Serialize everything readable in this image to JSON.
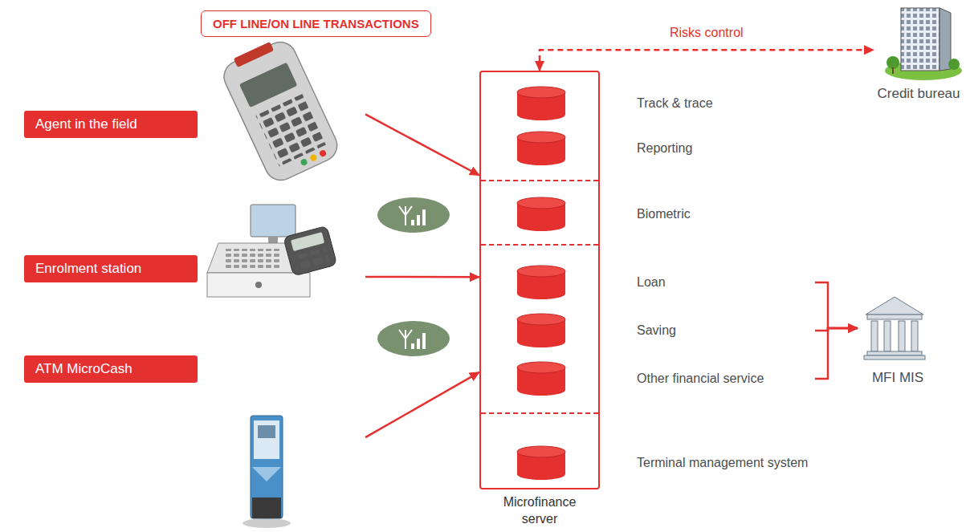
{
  "diagram": {
    "nodes": [
      {
        "text": [
          "OFF LINE/ON LINE TRANSACTIONS"
        ]
      },
      {
        "text": [
          "Agent in the field"
        ]
      },
      {
        "text": [
          "Enrolment station"
        ]
      },
      {
        "text": [
          "ATM MicroCash"
        ]
      },
      {
        "text": [
          "Microfinance server"
        ]
      },
      {
        "text": [
          "Track & trace"
        ],
        "in": 4
      },
      {
        "text": [
          "Reporting"
        ],
        "in": 4
      },
      {
        "text": [
          "Biometric"
        ],
        "in": 4
      },
      {
        "text": [
          "Loan"
        ],
        "in": 4
      },
      {
        "text": [
          "Saving"
        ],
        "in": 4
      },
      {
        "text": [
          "Other financial service"
        ],
        "in": 4
      },
      {
        "text": [
          "Terminal management system"
        ],
        "in": 4
      },
      {
        "text": [
          "Credit bureau"
        ]
      },
      {
        "text": [
          "MFI MIS"
        ]
      }
    ],
    "edges": [
      {
        "from": 1,
        "to": 4,
        "arrow": "to"
      },
      {
        "from": 2,
        "to": 4,
        "arrow": "to"
      },
      {
        "from": 3,
        "to": 4,
        "arrow": "to"
      },
      {
        "from": 4,
        "to": 12,
        "label": "Risks control",
        "arrow": "both"
      },
      {
        "from": 8,
        "to": 13,
        "arrow": "to"
      },
      {
        "from": 9,
        "to": 13,
        "arrow": "to"
      },
      {
        "from": 10,
        "to": 13,
        "arrow": "to"
      }
    ]
  }
}
